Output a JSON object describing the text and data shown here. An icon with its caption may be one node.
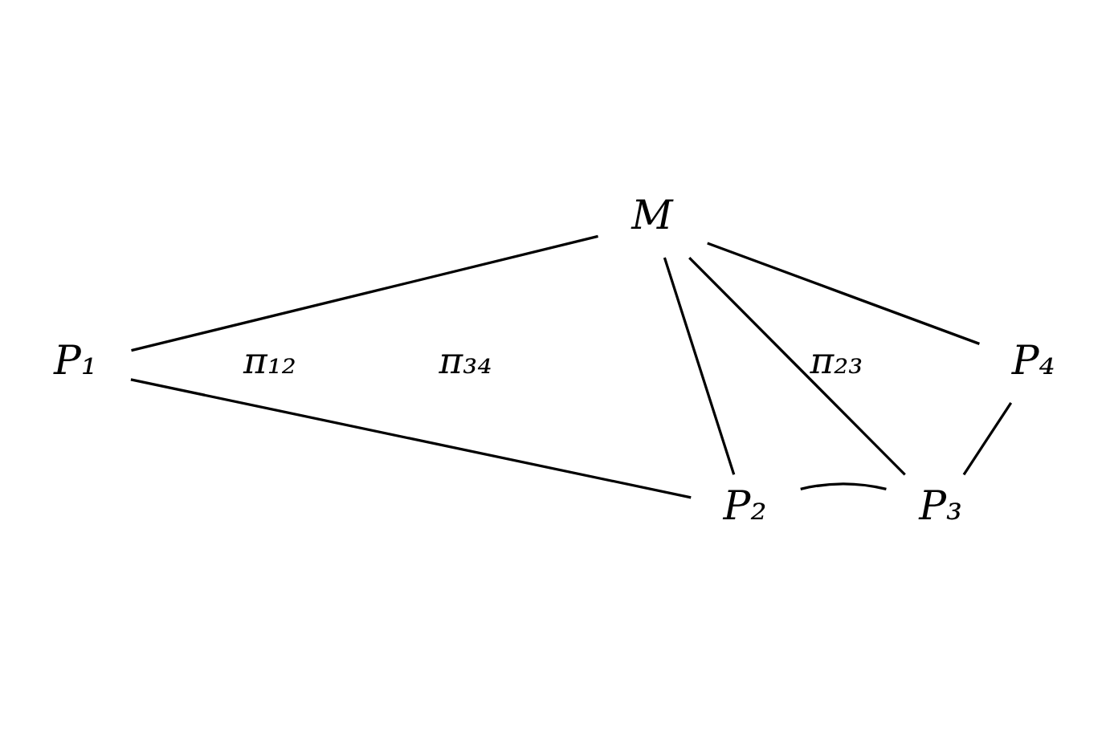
{
  "diagram": {
    "nodes": [
      {
        "text": [
          "M"
        ]
      },
      {
        "text": [
          "P₁"
        ]
      },
      {
        "text": [
          "P₄"
        ]
      },
      {
        "text": [
          "P₂"
        ]
      },
      {
        "text": [
          "P₃"
        ]
      }
    ],
    "edges": [
      {
        "from": 0,
        "to": 1,
        "arrow": "none"
      },
      {
        "from": 0,
        "to": 3,
        "arrow": "none"
      },
      {
        "from": 0,
        "to": 4,
        "arrow": "none"
      },
      {
        "from": 0,
        "to": 2,
        "arrow": "none"
      },
      {
        "from": 1,
        "to": 3,
        "arrow": "none"
      },
      {
        "from": 3,
        "to": 4,
        "arrow": "none"
      },
      {
        "from": 4,
        "to": 2,
        "arrow": "none"
      }
    ],
    "labels": [
      "π₁₂",
      "π₃₄",
      "π₂₃"
    ]
  }
}
